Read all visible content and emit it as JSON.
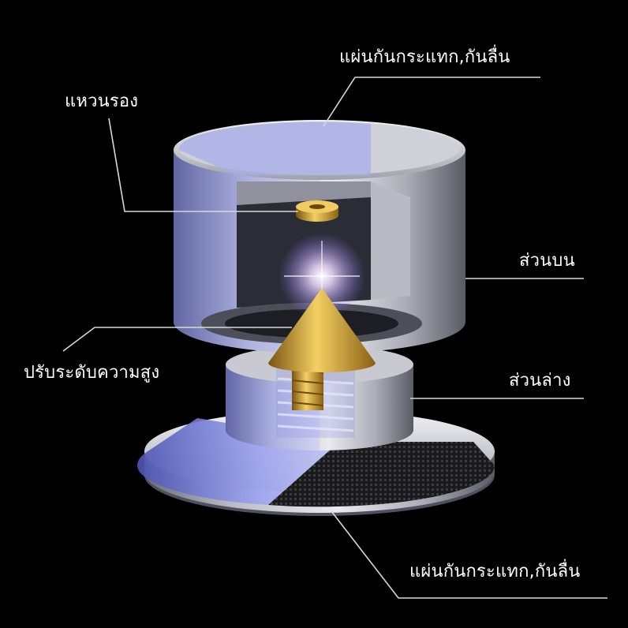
{
  "callouts": {
    "top_pad": "แผ่นกันกระแทก,กันลื่น",
    "washer": "แหวนรอง",
    "upper": "ส่วนบน",
    "height_adjust": "ปรับระดับความสูง",
    "lower": "ส่วนล่าง",
    "bottom_pad": "แผ่นกันกระแทก,กันลื่น"
  },
  "colors": {
    "background": "#000000",
    "leader_line": "#d8d8d8",
    "metal_light": "#d9dbe0",
    "metal_dark": "#6d6f78",
    "glass_tint": "#8b93e8",
    "gold": "#d6a431"
  }
}
